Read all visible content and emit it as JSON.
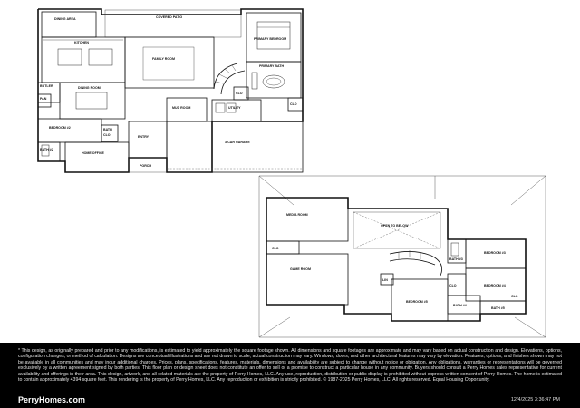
{
  "first_floor": {
    "rooms": {
      "dining_area": "DINING AREA",
      "covered_patio": "COVERED PATIO",
      "kitchen": "KITCHEN",
      "family_room": "FAMILY ROOM",
      "primary_bedroom": "PRIMARY BEDROOM",
      "primary_bath": "PRIMARY BATH",
      "butler_pantry": "BUTLER",
      "pantry": "PAN",
      "dining_room": "DINING ROOM",
      "mud_room": "MUD ROOM",
      "utility": "UTILITY",
      "closet_a": "CLO",
      "closet_b": "CLO",
      "closet_c": "CLO",
      "bedroom_2": "BEDROOM #2",
      "bath_2": "BATH #2",
      "bath_small": "BATH",
      "entry": "ENTRY",
      "home_office": "HOME OFFICE",
      "porch": "PORCH",
      "garage": "3-CAR GARAGE"
    }
  },
  "second_floor": {
    "rooms": {
      "media_room": "MEDIA ROOM",
      "game_room": "GAME ROOM",
      "open_to_below": "OPEN TO BELOW",
      "bath_3": "BATH #3",
      "bedroom_3": "BEDROOM #3",
      "bedroom_4": "BEDROOM #4",
      "bedroom_5": "BEDROOM #5",
      "bath_4": "BATH #4",
      "bath_5": "BATH #5",
      "linen": "LIN",
      "closet_a": "CLO",
      "closet_b": "CLO",
      "closet_c": "CLO"
    }
  },
  "footer": {
    "disclaimer": "* This design, as originally prepared and prior to any modifications, is estimated to yield approximately the square footage shown. All dimensions and square footages are approximate and may vary based on actual construction and design. Elevations, options, configuration changes, or method of calculation. Designs are conceptual illustrations and are not drawn to scale; actual construction may vary. Windows, doors, and other architectural features may vary by elevation. Features, options, and finishes shown may not be available in all communities and may incur additional charges. Prices, plans, specifications, features, materials, dimensions and availability are subject to change without notice or obligation. Any obligations, warranties or representations will be governed exclusively by a written agreement signed by both parties. This floor plan or design sheet does not constitute an offer to sell or a promise to construct a particular house in any community. Buyers should consult a Perry Homes sales representative for current availability and offerings in their area. This design, artwork, and all related materials are the property of Perry Homes, LLC. Any use, reproduction, distribution or public display is prohibited without express written consent of Perry Homes. The home is estimated to contain approximately 4394 square feet. This rendering is the property of Perry Homes, LLC. Any reproduction or exhibition is strictly prohibited. © 1987-2025 Perry Homes, LLC. All rights reserved. Equal Housing Opportunity.",
    "brand": "PerryHomes.com",
    "timestamp": "12/4/2025 3:36:47 PM"
  }
}
